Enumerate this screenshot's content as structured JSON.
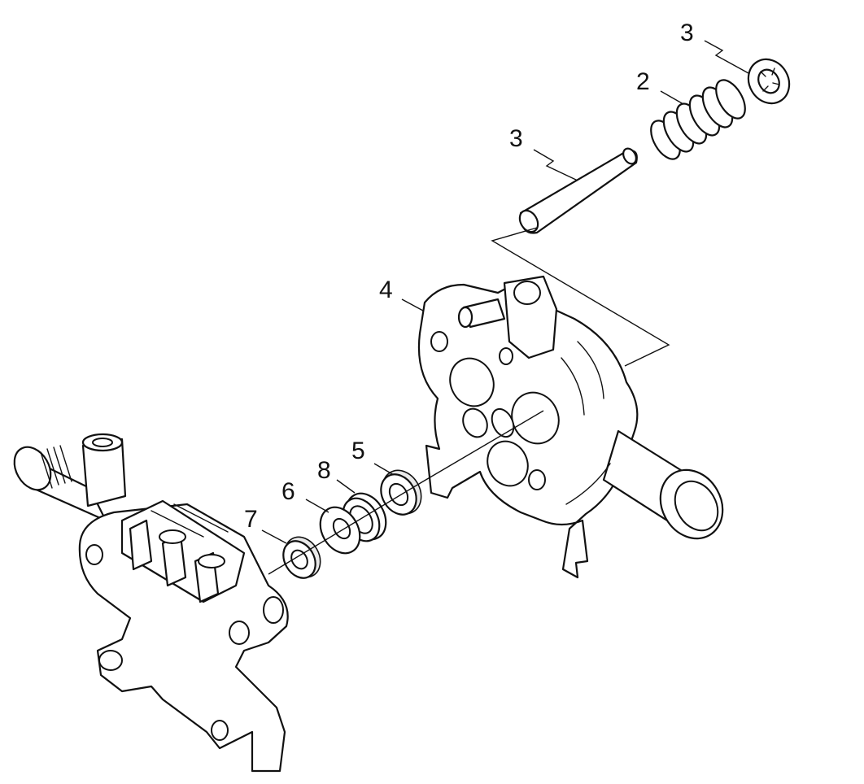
{
  "callouts": {
    "c_top_right": "3",
    "c_spring": "2",
    "c_pin": "3",
    "c_housing": "4",
    "c_seal5": "5",
    "c_ring8": "8",
    "c_washer6": "6",
    "c_seal7": "7"
  },
  "colors": {
    "line": "#111111",
    "background": "#ffffff",
    "shade": "#e9e9e9"
  }
}
